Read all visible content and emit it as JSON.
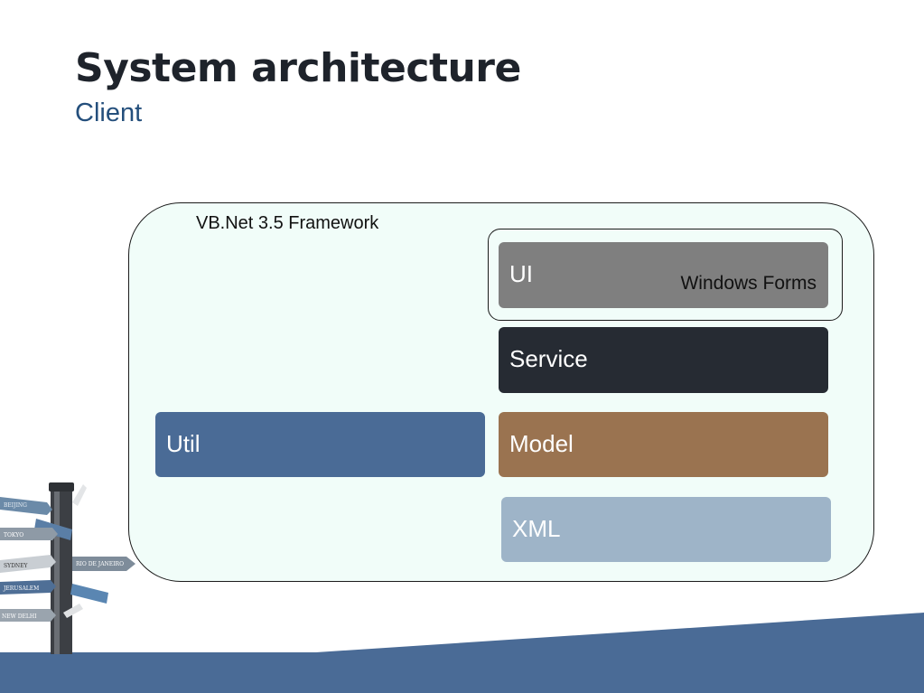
{
  "slide": {
    "title": "System architecture",
    "subtitle": "Client"
  },
  "diagram": {
    "framework_label": "VB.Net 3.5 Framework",
    "ui": {
      "label": "UI",
      "technology": "Windows Forms",
      "color": "#7f7f7f"
    },
    "service": {
      "label": "Service",
      "color": "#262b33"
    },
    "model": {
      "label": "Model",
      "color": "#9a7350"
    },
    "util": {
      "label": "Util",
      "color": "#4a6b96"
    },
    "xml": {
      "label": "XML",
      "color": "#9eb4c8"
    },
    "container_color": "#f1fdf9"
  },
  "decoration": {
    "image": "signpost-illustration",
    "footer_color": "#4a6b96",
    "signs": [
      "BEIJING",
      "TOKYO",
      "SYDNEY",
      "RIO DE JANEIRO",
      "JERUSALEM",
      "NEW DELHI"
    ]
  }
}
